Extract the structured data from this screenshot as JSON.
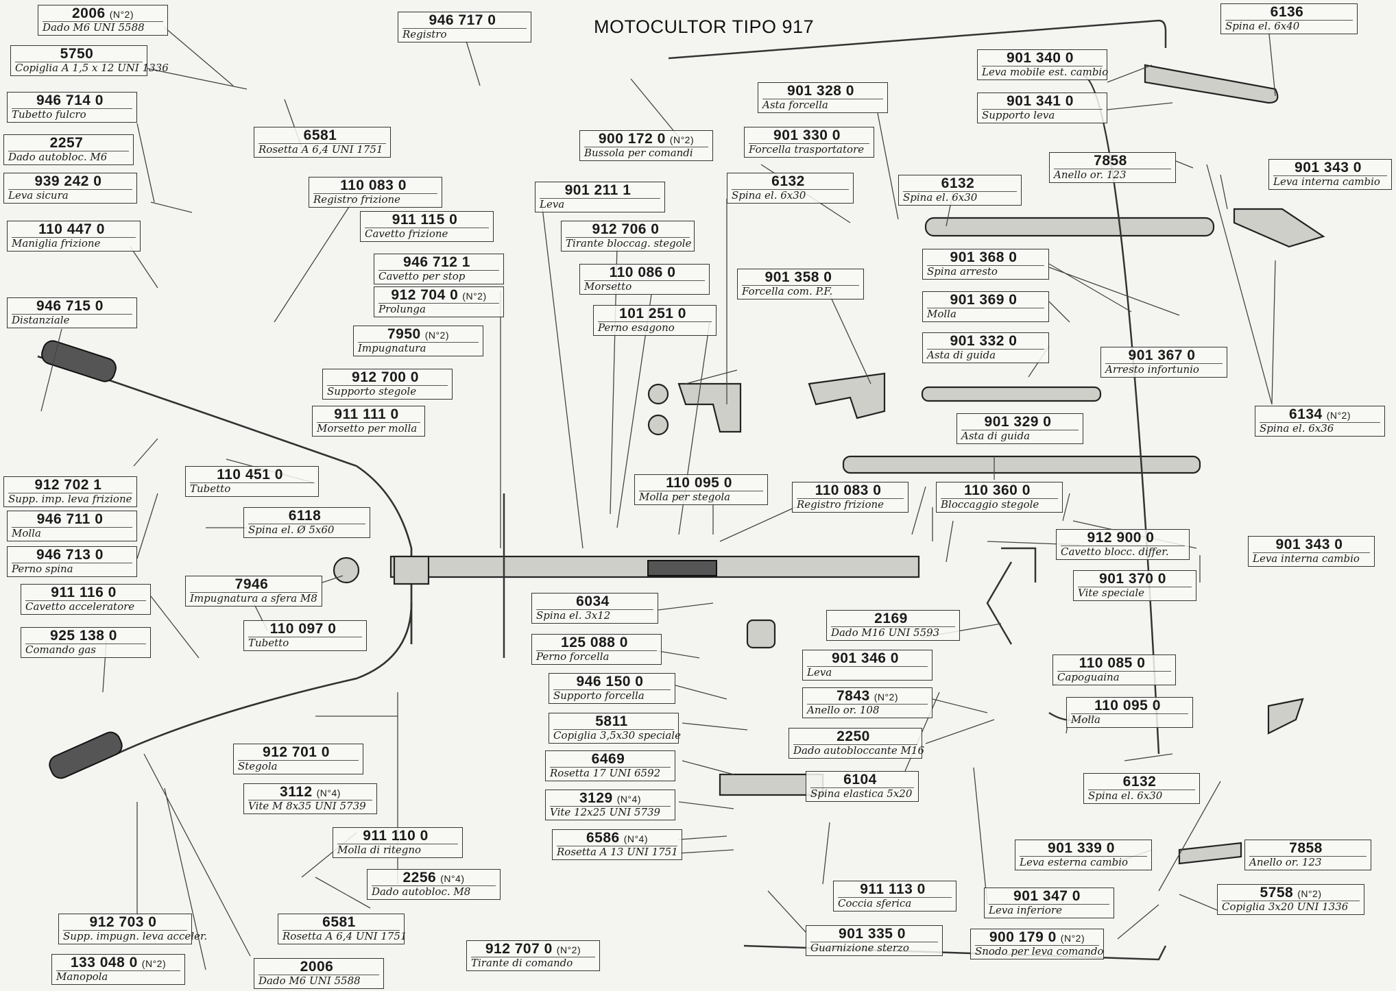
{
  "title": "MOTOCULTOR TIPO 917",
  "parts": [
    {
      "id": "p1",
      "code": "2006",
      "qty": "(N°2)",
      "desc": "Dado M6 UNI 5588"
    },
    {
      "id": "p2",
      "code": "5750",
      "qty": "",
      "desc": "Copiglia A 1,5 x 12 UNI 1336"
    },
    {
      "id": "p3",
      "code": "946 714 0",
      "qty": "",
      "desc": "Tubetto fulcro"
    },
    {
      "id": "p4",
      "code": "2257",
      "qty": "",
      "desc": "Dado autobloc. M6"
    },
    {
      "id": "p5",
      "code": "939 242 0",
      "qty": "",
      "desc": "Leva sicura"
    },
    {
      "id": "p6",
      "code": "110 447 0",
      "qty": "",
      "desc": "Maniglia frizione"
    },
    {
      "id": "p7",
      "code": "946 715 0",
      "qty": "",
      "desc": "Distanziale"
    },
    {
      "id": "p8",
      "code": "912 702 1",
      "qty": "",
      "desc": "Supp. imp. leva frizione"
    },
    {
      "id": "p9",
      "code": "946 711 0",
      "qty": "",
      "desc": "Molla"
    },
    {
      "id": "p10",
      "code": "946 713 0",
      "qty": "",
      "desc": "Perno spina"
    },
    {
      "id": "p11",
      "code": "911 116 0",
      "qty": "",
      "desc": "Cavetto acceleratore"
    },
    {
      "id": "p12",
      "code": "925 138 0",
      "qty": "",
      "desc": "Comando gas"
    },
    {
      "id": "p13",
      "code": "912 703 0",
      "qty": "",
      "desc": "Supp. impugn. leva acceler."
    },
    {
      "id": "p14",
      "code": "133 048 0",
      "qty": "(N°2)",
      "desc": "Manopola"
    },
    {
      "id": "p15",
      "code": "2006",
      "qty": "",
      "desc": "Dado M6 UNI 5588"
    },
    {
      "id": "p16",
      "code": "6581",
      "qty": "",
      "desc": "Rosetta A 6,4 UNI 1751"
    },
    {
      "id": "p17",
      "code": "2256",
      "qty": "(N°4)",
      "desc": "Dado autobloc. M8"
    },
    {
      "id": "p18",
      "code": "911 110 0",
      "qty": "",
      "desc": "Molla di ritegno"
    },
    {
      "id": "p19",
      "code": "3112",
      "qty": "(N°4)",
      "desc": "Vite M 8x35 UNI 5739"
    },
    {
      "id": "p20",
      "code": "912 701 0",
      "qty": "",
      "desc": "Stegola"
    },
    {
      "id": "p21",
      "code": "110 097 0",
      "qty": "",
      "desc": "Tubetto"
    },
    {
      "id": "p22",
      "code": "7946",
      "qty": "",
      "desc": "Impugnatura a sfera M8"
    },
    {
      "id": "p23",
      "code": "6118",
      "qty": "",
      "desc": "Spina el. Ø 5x60"
    },
    {
      "id": "p24",
      "code": "110 451 0",
      "qty": "",
      "desc": "Tubetto"
    },
    {
      "id": "p25",
      "code": "946 717 0",
      "qty": "",
      "desc": "Registro"
    },
    {
      "id": "p26",
      "code": "6581",
      "qty": "",
      "desc": "Rosetta A 6,4 UNI 1751"
    },
    {
      "id": "p27",
      "code": "110 083 0",
      "qty": "",
      "desc": "Registro frizione"
    },
    {
      "id": "p28",
      "code": "911 115 0",
      "qty": "",
      "desc": "Cavetto frizione"
    },
    {
      "id": "p29",
      "code": "946 712 1",
      "qty": "",
      "desc": "Cavetto per stop"
    },
    {
      "id": "p30",
      "code": "912 704 0",
      "qty": "(N°2)",
      "desc": "Prolunga"
    },
    {
      "id": "p31",
      "code": "7950",
      "qty": "(N°2)",
      "desc": "Impugnatura"
    },
    {
      "id": "p32",
      "code": "912 700 0",
      "qty": "",
      "desc": "Supporto stegole"
    },
    {
      "id": "p33",
      "code": "911 111 0",
      "qty": "",
      "desc": "Morsetto per molla"
    },
    {
      "id": "p34",
      "code": "900 172 0",
      "qty": "(N°2)",
      "desc": "Bussola per comandi"
    },
    {
      "id": "p35",
      "code": "901 211 1",
      "qty": "",
      "desc": "Leva"
    },
    {
      "id": "p36",
      "code": "912 706 0",
      "qty": "",
      "desc": "Tirante bloccag. stegole"
    },
    {
      "id": "p37",
      "code": "110 086 0",
      "qty": "",
      "desc": "Morsetto"
    },
    {
      "id": "p38",
      "code": "101 251 0",
      "qty": "",
      "desc": "Perno esagono"
    },
    {
      "id": "p39",
      "code": "901 328 0",
      "qty": "",
      "desc": "Asta forcella"
    },
    {
      "id": "p40",
      "code": "901 330 0",
      "qty": "",
      "desc": "Forcella trasportatore"
    },
    {
      "id": "p41",
      "code": "6132",
      "qty": "",
      "desc": "Spina el. 6x30"
    },
    {
      "id": "p42",
      "code": "901 358 0",
      "qty": "",
      "desc": "Forcella com. P.F."
    },
    {
      "id": "p43",
      "code": "110 095 0",
      "qty": "",
      "desc": "Molla per stegola"
    },
    {
      "id": "p44",
      "code": "110 083 0",
      "qty": "",
      "desc": "Registro frizione"
    },
    {
      "id": "p45",
      "code": "110 360 0",
      "qty": "",
      "desc": "Bloccaggio stegole"
    },
    {
      "id": "p46",
      "code": "6034",
      "qty": "",
      "desc": "Spina el. 3x12"
    },
    {
      "id": "p47",
      "code": "125 088 0",
      "qty": "",
      "desc": "Perno forcella"
    },
    {
      "id": "p48",
      "code": "946 150 0",
      "qty": "",
      "desc": "Supporto forcella"
    },
    {
      "id": "p49",
      "code": "5811",
      "qty": "",
      "desc": "Copiglia 3,5x30 speciale"
    },
    {
      "id": "p50",
      "code": "6469",
      "qty": "",
      "desc": "Rosetta 17 UNI 6592"
    },
    {
      "id": "p51",
      "code": "3129",
      "qty": "(N°4)",
      "desc": "Vite 12x25 UNI 5739"
    },
    {
      "id": "p52",
      "code": "6586",
      "qty": "(N°4)",
      "desc": "Rosetta A 13 UNI 1751"
    },
    {
      "id": "p53",
      "code": "912 707 0",
      "qty": "(N°2)",
      "desc": "Tirante di comando"
    },
    {
      "id": "p54",
      "code": "2169",
      "qty": "",
      "desc": "Dado M16 UNI 5593"
    },
    {
      "id": "p55",
      "code": "901 346 0",
      "qty": "",
      "desc": "Leva"
    },
    {
      "id": "p56",
      "code": "7843",
      "qty": "(N°2)",
      "desc": "Anello or. 108"
    },
    {
      "id": "p57",
      "code": "2250",
      "qty": "",
      "desc": "Dado autobloccante M16"
    },
    {
      "id": "p58",
      "code": "6104",
      "qty": "",
      "desc": "Spina elastica 5x20"
    },
    {
      "id": "p59",
      "code": "911 113 0",
      "qty": "",
      "desc": "Coccia sferica"
    },
    {
      "id": "p60",
      "code": "901 335 0",
      "qty": "",
      "desc": "Guarnizione sterzo"
    },
    {
      "id": "p61",
      "code": "6132",
      "qty": "",
      "desc": "Spina el. 6x30"
    },
    {
      "id": "p62",
      "code": "6136",
      "qty": "",
      "desc": "Spina el. 6x40"
    },
    {
      "id": "p63",
      "code": "901 340 0",
      "qty": "",
      "desc": "Leva mobile est. cambio"
    },
    {
      "id": "p64",
      "code": "901 341 0",
      "qty": "",
      "desc": "Supporto leva"
    },
    {
      "id": "p65",
      "code": "7858",
      "qty": "",
      "desc": "Anello or. 123"
    },
    {
      "id": "p66",
      "code": "901 343 0",
      "qty": "",
      "desc": "Leva interna cambio"
    },
    {
      "id": "p67",
      "code": "901 368 0",
      "qty": "",
      "desc": "Spina arresto"
    },
    {
      "id": "p68",
      "code": "901 369 0",
      "qty": "",
      "desc": "Molla"
    },
    {
      "id": "p69",
      "code": "901 332 0",
      "qty": "",
      "desc": "Asta di guida"
    },
    {
      "id": "p70",
      "code": "901 367 0",
      "qty": "",
      "desc": "Arresto infortunio"
    },
    {
      "id": "p71",
      "code": "901 329 0",
      "qty": "",
      "desc": "Asta di guida"
    },
    {
      "id": "p72",
      "code": "6134",
      "qty": "(N°2)",
      "desc": "Spina el. 6x36"
    },
    {
      "id": "p73",
      "code": "912 900 0",
      "qty": "",
      "desc": "Cavetto blocc. differ."
    },
    {
      "id": "p74",
      "code": "901 343 0",
      "qty": "",
      "desc": "Leva interna cambio"
    },
    {
      "id": "p75",
      "code": "901 370 0",
      "qty": "",
      "desc": "Vite speciale"
    },
    {
      "id": "p76",
      "code": "110 085 0",
      "qty": "",
      "desc": "Capoguaina"
    },
    {
      "id": "p77",
      "code": "110 095 0",
      "qty": "",
      "desc": "Molla"
    },
    {
      "id": "p78",
      "code": "6132",
      "qty": "",
      "desc": "Spina el. 6x30"
    },
    {
      "id": "p79",
      "code": "901 339 0",
      "qty": "",
      "desc": "Leva esterna cambio"
    },
    {
      "id": "p80",
      "code": "7858",
      "qty": "",
      "desc": "Anello or. 123"
    },
    {
      "id": "p81",
      "code": "901 347 0",
      "qty": "",
      "desc": "Leva inferiore"
    },
    {
      "id": "p82",
      "code": "5758",
      "qty": "(N°2)",
      "desc": "Copiglia 3x20 UNI 1336"
    },
    {
      "id": "p83",
      "code": "900 179 0",
      "qty": "(N°2)",
      "desc": "Snodo per leva comando"
    }
  ]
}
